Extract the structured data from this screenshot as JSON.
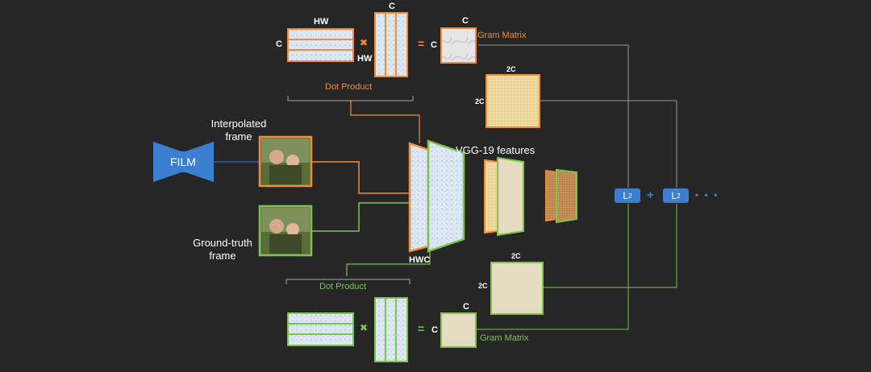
{
  "model": {
    "label": "FILM"
  },
  "frames": {
    "interpolated": {
      "label_line1": "Interpolated",
      "label_line2": "frame"
    },
    "ground_truth": {
      "label_line1": "Ground-truth",
      "label_line2": "frame"
    }
  },
  "features": {
    "label": "VGG-19 features",
    "hwc": "HWC"
  },
  "top_branch": {
    "hw_top": "HW",
    "c_left": "C",
    "c_col": "C",
    "hw_bottom": "HW",
    "c_eq": "C",
    "c_gram": "C",
    "gram_label": "Gram Matrix",
    "dot_product": "Dot Product",
    "multiply": "✖",
    "equals": "=",
    "texture_c_top": "2C",
    "texture_c_side": "2C"
  },
  "bottom_branch": {
    "dot_product": "Dot Product",
    "c_eq": "C",
    "c_gram": "C",
    "gram_label": "Gram Matrix",
    "multiply": "✖",
    "equals": "=",
    "texture_c_top": "2C",
    "texture_c_side": "2C"
  },
  "loss": {
    "l2_main": "L",
    "l2_sub": "2",
    "plus": "+",
    "ellipsis": "• • •"
  },
  "colors": {
    "orange": "#f28c38",
    "green": "#7ec350",
    "blue": "#3c7fd0",
    "line": "#9a9a9a"
  }
}
